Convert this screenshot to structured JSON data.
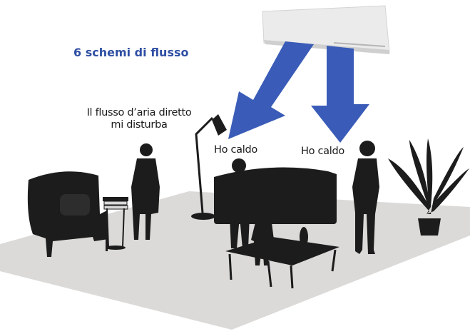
{
  "heading": "6 schemi di flusso",
  "labels": {
    "direct_airflow_line1": "Il flusso d’aria diretto",
    "direct_airflow_line2": "mi disturba",
    "hot_left": "Ho caldo",
    "hot_right": "Ho caldo"
  },
  "colors": {
    "heading": "#2f4fa3",
    "airflow_arrow": "#3a5cb8",
    "floor": "#dcdad8",
    "silhouette": "#1c1c1c",
    "ac_unit": "#ebebeb"
  },
  "icons": {
    "ac_unit": "air-conditioner-icon",
    "arrows": "airflow-arrow-icon"
  }
}
